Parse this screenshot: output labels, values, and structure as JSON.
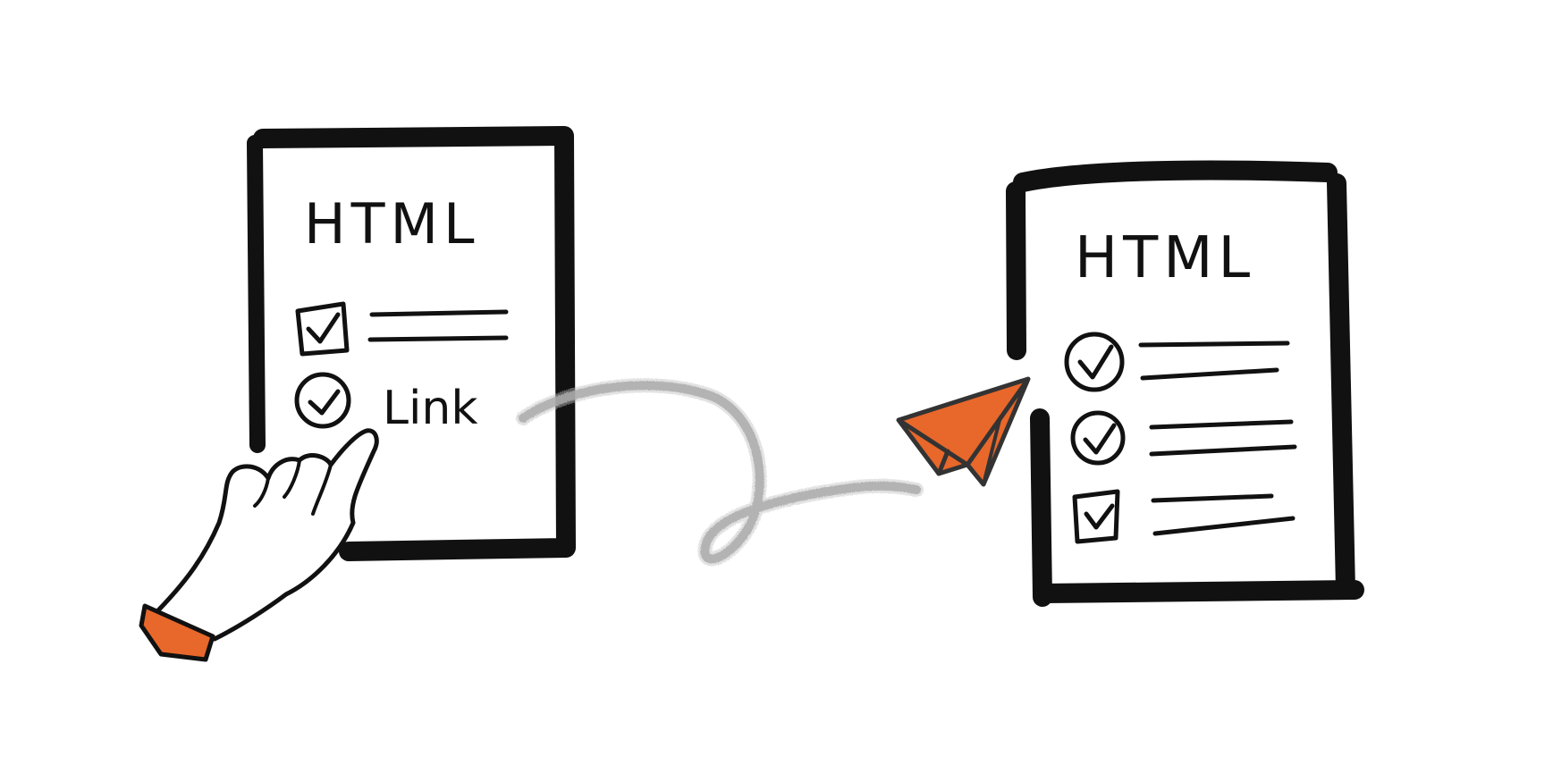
{
  "colors": {
    "ink": "#111111",
    "accent": "#E8672A",
    "pencil": "#9A9A9A",
    "background": "#FFFFFF"
  },
  "left_document": {
    "title": "HTML",
    "link_text": "Link",
    "icons": [
      "checkbox-checked-icon",
      "circle-check-icon",
      "pointing-hand-icon"
    ]
  },
  "right_document": {
    "title": "HTML",
    "icons": [
      "circle-check-icon",
      "circle-check-icon",
      "checkbox-checked-icon"
    ]
  },
  "connector": {
    "icons": [
      "pencil-curve-arrow-icon",
      "paper-plane-icon"
    ]
  }
}
